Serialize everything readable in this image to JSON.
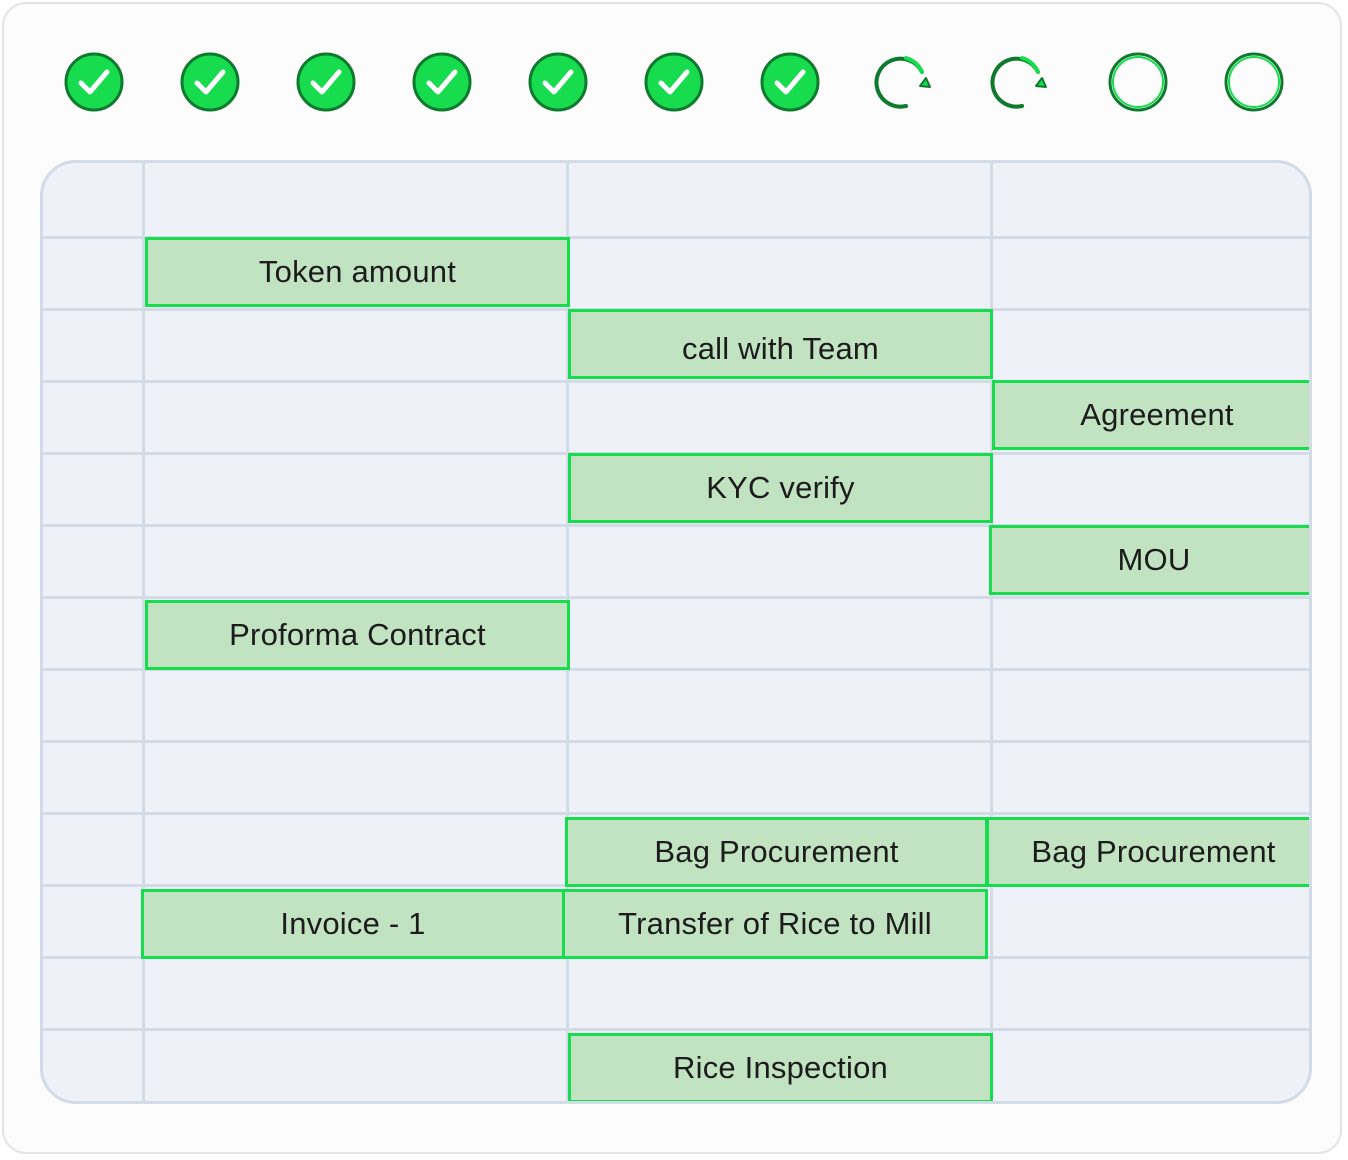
{
  "steps": [
    {
      "status": "done",
      "icon": "check-circle-icon"
    },
    {
      "status": "done",
      "icon": "check-circle-icon"
    },
    {
      "status": "done",
      "icon": "check-circle-icon"
    },
    {
      "status": "done",
      "icon": "check-circle-icon"
    },
    {
      "status": "done",
      "icon": "check-circle-icon"
    },
    {
      "status": "done",
      "icon": "check-circle-icon"
    },
    {
      "status": "done",
      "icon": "check-circle-icon"
    },
    {
      "status": "in-progress",
      "icon": "refresh-arrow-icon"
    },
    {
      "status": "in-progress",
      "icon": "refresh-arrow-icon"
    },
    {
      "status": "pending",
      "icon": "empty-circle-icon"
    },
    {
      "status": "pending",
      "icon": "empty-circle-icon"
    }
  ],
  "tasks": {
    "token_amount": "Token amount",
    "call_with_team": "call with Team",
    "agreement": "Agreement",
    "kyc_verify": "KYC verify",
    "mou": "MOU",
    "proforma_contract": "Proforma Contract",
    "bag_procurement_1": "Bag Procurement",
    "bag_procurement_2": "Bag Procurement",
    "invoice_1": "Invoice - 1",
    "transfer_rice_to_mill": "Transfer of Rice to Mill",
    "rice_inspection": "Rice Inspection"
  },
  "colors": {
    "accent_green": "#16dc4e",
    "bar_fill": "#c1e3c1",
    "grid_bg": "#eef2f8",
    "grid_line": "#d3dbe6"
  }
}
